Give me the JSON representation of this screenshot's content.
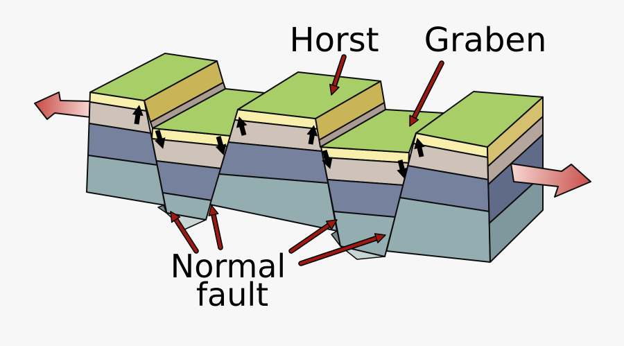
{
  "diagram": {
    "type": "geology-block-diagram",
    "subject": "horst and graben structure formed by normal faults under extension",
    "labels": {
      "horst": "Horst",
      "graben": "Graben",
      "normal_fault": [
        "Normal",
        "fault"
      ]
    },
    "colors": {
      "background": "#f7f7f7",
      "outline": "#0d0d0d",
      "text": "#000000",
      "surface_green": "#a8ce68",
      "scarp_yellow": "#c9b557",
      "scarp_tan": "#aa9c93",
      "front_yellow": "#f9efad",
      "front_tan": "#cfc3b9",
      "front_slate": "#76819e",
      "front_teal": "#94adb1",
      "side_yellow": "#d4c06f",
      "side_tan": "#b4a69c",
      "side_slate": "#5f6b88",
      "side_teal": "#7f989d",
      "fault_underside_light": "#c7d5d5",
      "fault_underside_dark": "#76898d",
      "slip_arrow": "#000000",
      "pointer_arrow": "#9e1a10",
      "extension_arrow_dark": "#c94f4a",
      "extension_arrow_light": "#f6d7d3"
    }
  }
}
